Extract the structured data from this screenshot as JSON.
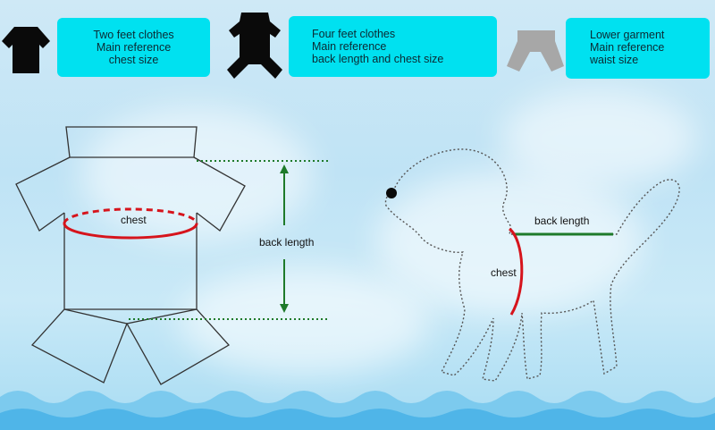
{
  "cards": [
    {
      "lines": [
        "Two feet clothes",
        "Main reference",
        "chest size"
      ]
    },
    {
      "lines": [
        "Four feet clothes",
        "Main reference",
        "back length and chest size"
      ]
    },
    {
      "lines": [
        "Lower garment",
        "Main reference",
        "waist size"
      ]
    }
  ],
  "labels": {
    "shirt_chest": "chest",
    "back_length": "back length",
    "dog_back_length": "back length",
    "dog_chest": "chest"
  },
  "colors": {
    "card": "#00e1f0",
    "chest_line": "#d6141c",
    "back_line": "#1e7a2a",
    "icon_dark": "#0a0a0a",
    "icon_gray": "#a7a7a7",
    "wave": "#7ccaee"
  },
  "icons": [
    "two-feet-shirt-icon",
    "four-feet-suit-icon",
    "lower-garment-icon"
  ]
}
